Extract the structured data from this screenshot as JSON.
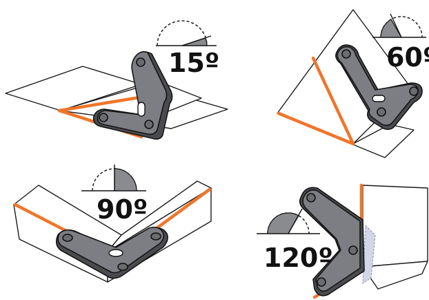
{
  "colors": {
    "accent_edge": "#f0752a",
    "clamp_body": "#4a4b4f",
    "clamp_face": "#7d7e83",
    "gauge_fill": "#8a8b8f"
  },
  "panels": [
    {
      "id": "15",
      "angle_label": "15º",
      "angle_degrees": 15
    },
    {
      "id": "60",
      "angle_label": "60º",
      "angle_degrees": 60
    },
    {
      "id": "90",
      "angle_label": "90º",
      "angle_degrees": 90
    },
    {
      "id": "120",
      "angle_label": "120º",
      "angle_degrees": 120
    }
  ]
}
